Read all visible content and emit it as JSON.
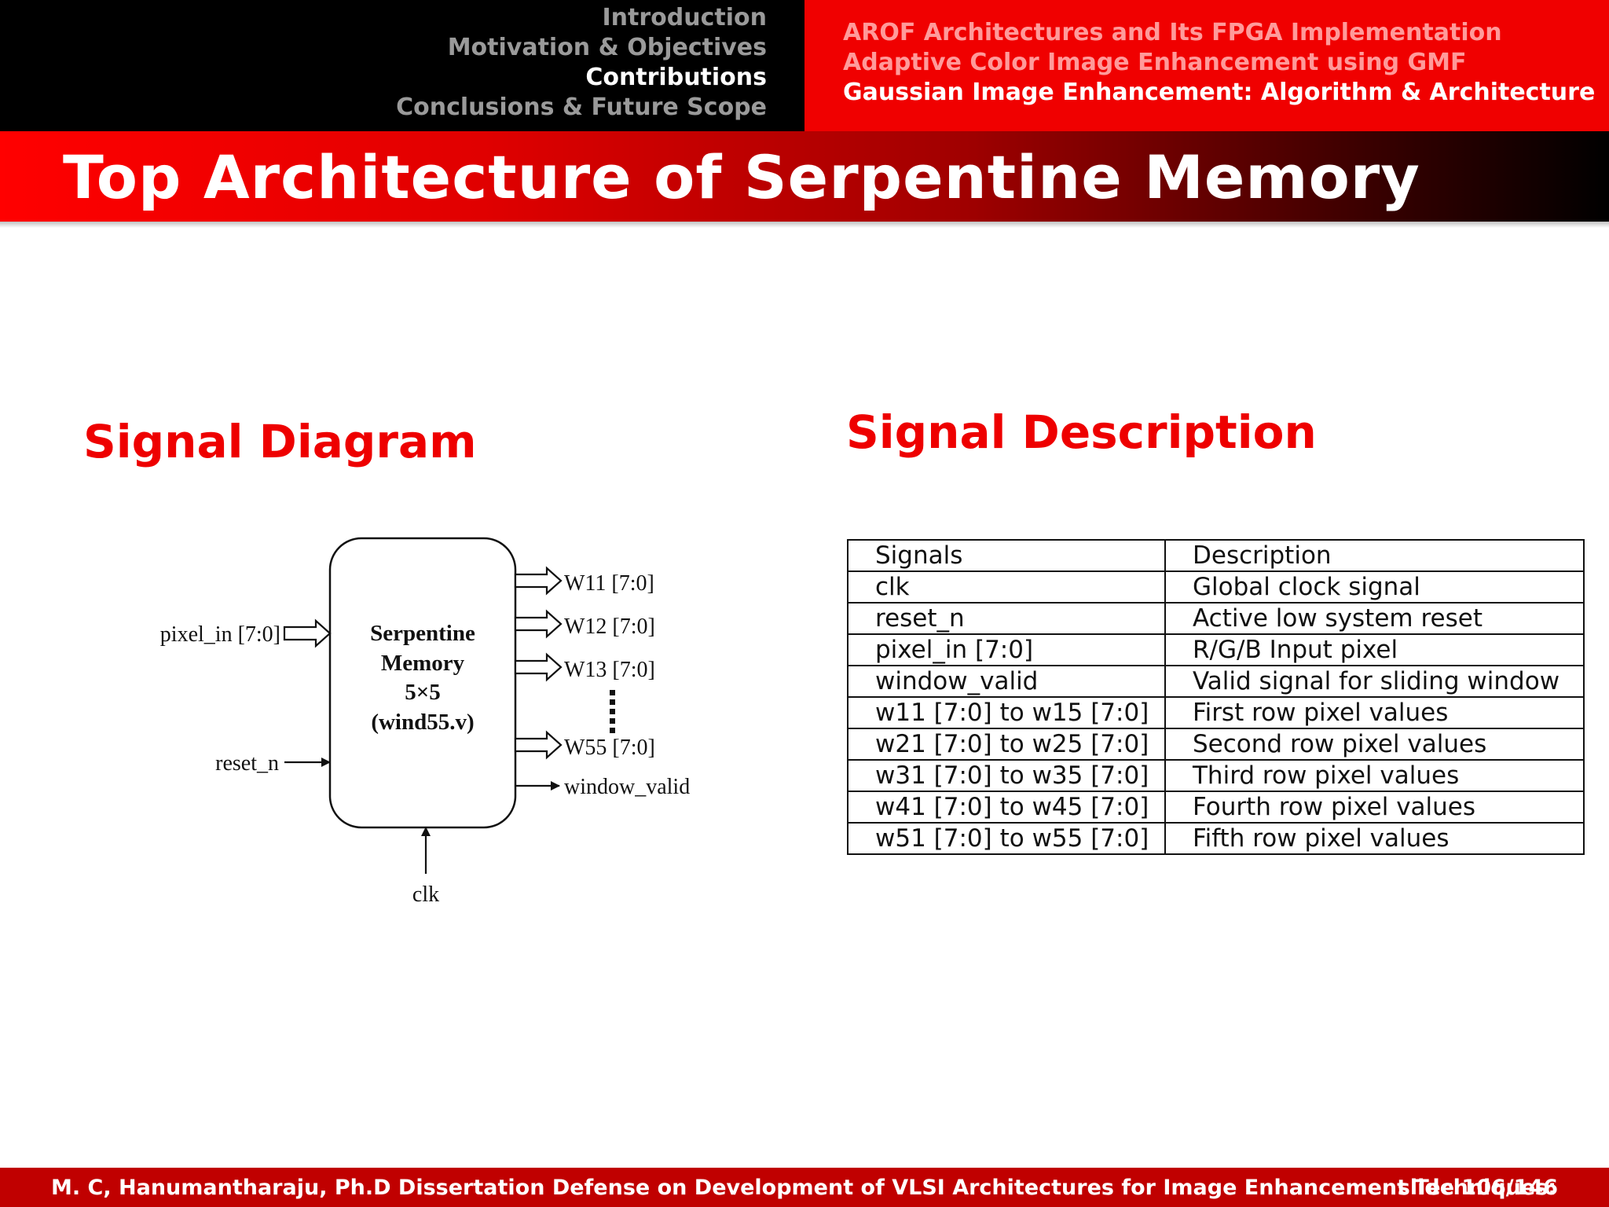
{
  "nav": {
    "left": [
      "Introduction",
      "Motivation & Objectives",
      "Contributions",
      "Conclusions & Future Scope"
    ],
    "right": [
      "AROF Architectures and Its FPGA Implementation",
      "Adaptive Color Image Enhancement using GMF",
      "Gaussian Image Enhancement: Algorithm & Architecture"
    ]
  },
  "title": "Top Architecture of Serpentine Memory",
  "signal_diagram": {
    "heading": "Signal Diagram",
    "block_lines": [
      "Serpentine",
      "Memory",
      "5×5",
      "(wind55.v)"
    ],
    "inputs": {
      "pixel_in": "pixel_in [7:0]",
      "reset": "reset_n",
      "clk": "clk"
    },
    "outputs": [
      "W11 [7:0]",
      "W12 [7:0]",
      "W13 [7:0]",
      "W55 [7:0]",
      "window_valid"
    ]
  },
  "signal_description": {
    "heading": "Signal Description",
    "rows": [
      [
        "Signals",
        "Description"
      ],
      [
        "clk",
        "Global clock signal"
      ],
      [
        "reset_n",
        "Active low system reset"
      ],
      [
        "pixel_in [7:0]",
        "R/G/B Input pixel"
      ],
      [
        "window_valid",
        "Valid signal for sliding window"
      ],
      [
        "w11 [7:0] to w15 [7:0]",
        "First row pixel values"
      ],
      [
        "w21 [7:0] to w25 [7:0]",
        "Second row pixel values"
      ],
      [
        "w31 [7:0] to w35 [7:0]",
        "Third row pixel values"
      ],
      [
        "w41 [7:0] to w45 [7:0]",
        "Fourth row pixel values"
      ],
      [
        "w51 [7:0] to w55 [7:0]",
        "Fifth row pixel values"
      ]
    ]
  },
  "footer": {
    "text": "M. C, Hanumantharaju, Ph.D Dissertation Defense on Development of VLSI Architectures for Image Enhancement Techniques:",
    "slide": "slide 106/146"
  }
}
